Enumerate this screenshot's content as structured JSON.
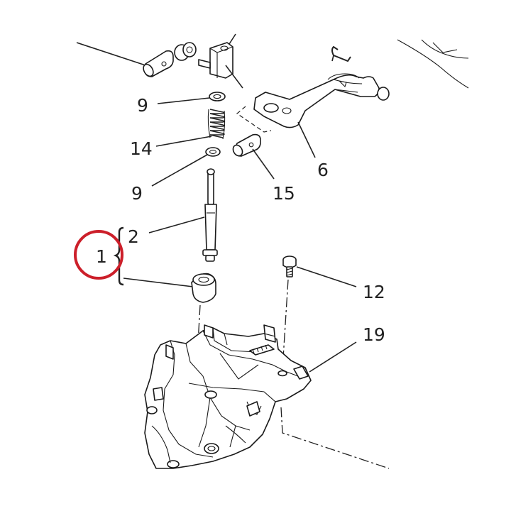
{
  "labels": {
    "l9a": "9",
    "l14": "14",
    "l9b": "9",
    "l2": "2",
    "l1": "1",
    "l12": "12",
    "l19": "19",
    "l6": "6",
    "l15": "15"
  },
  "colors": {
    "highlight_circle": "#cc1f2a",
    "ink": "#1a1a1a"
  }
}
